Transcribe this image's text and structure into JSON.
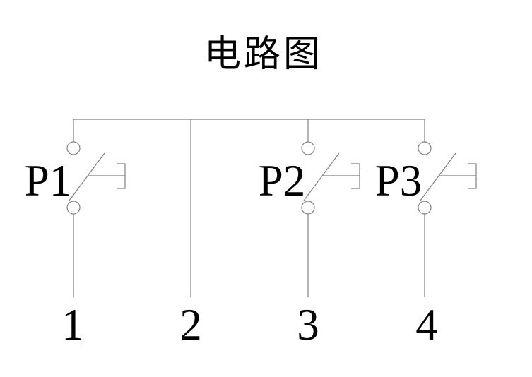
{
  "title": "电路图",
  "colors": {
    "line": "#808080",
    "text": "#000000",
    "background": "#ffffff"
  },
  "switches": [
    {
      "label": "P1"
    },
    {
      "label": "P2"
    },
    {
      "label": "P3"
    }
  ],
  "terminals": [
    {
      "label": "1"
    },
    {
      "label": "2"
    },
    {
      "label": "3"
    },
    {
      "label": "4"
    }
  ]
}
